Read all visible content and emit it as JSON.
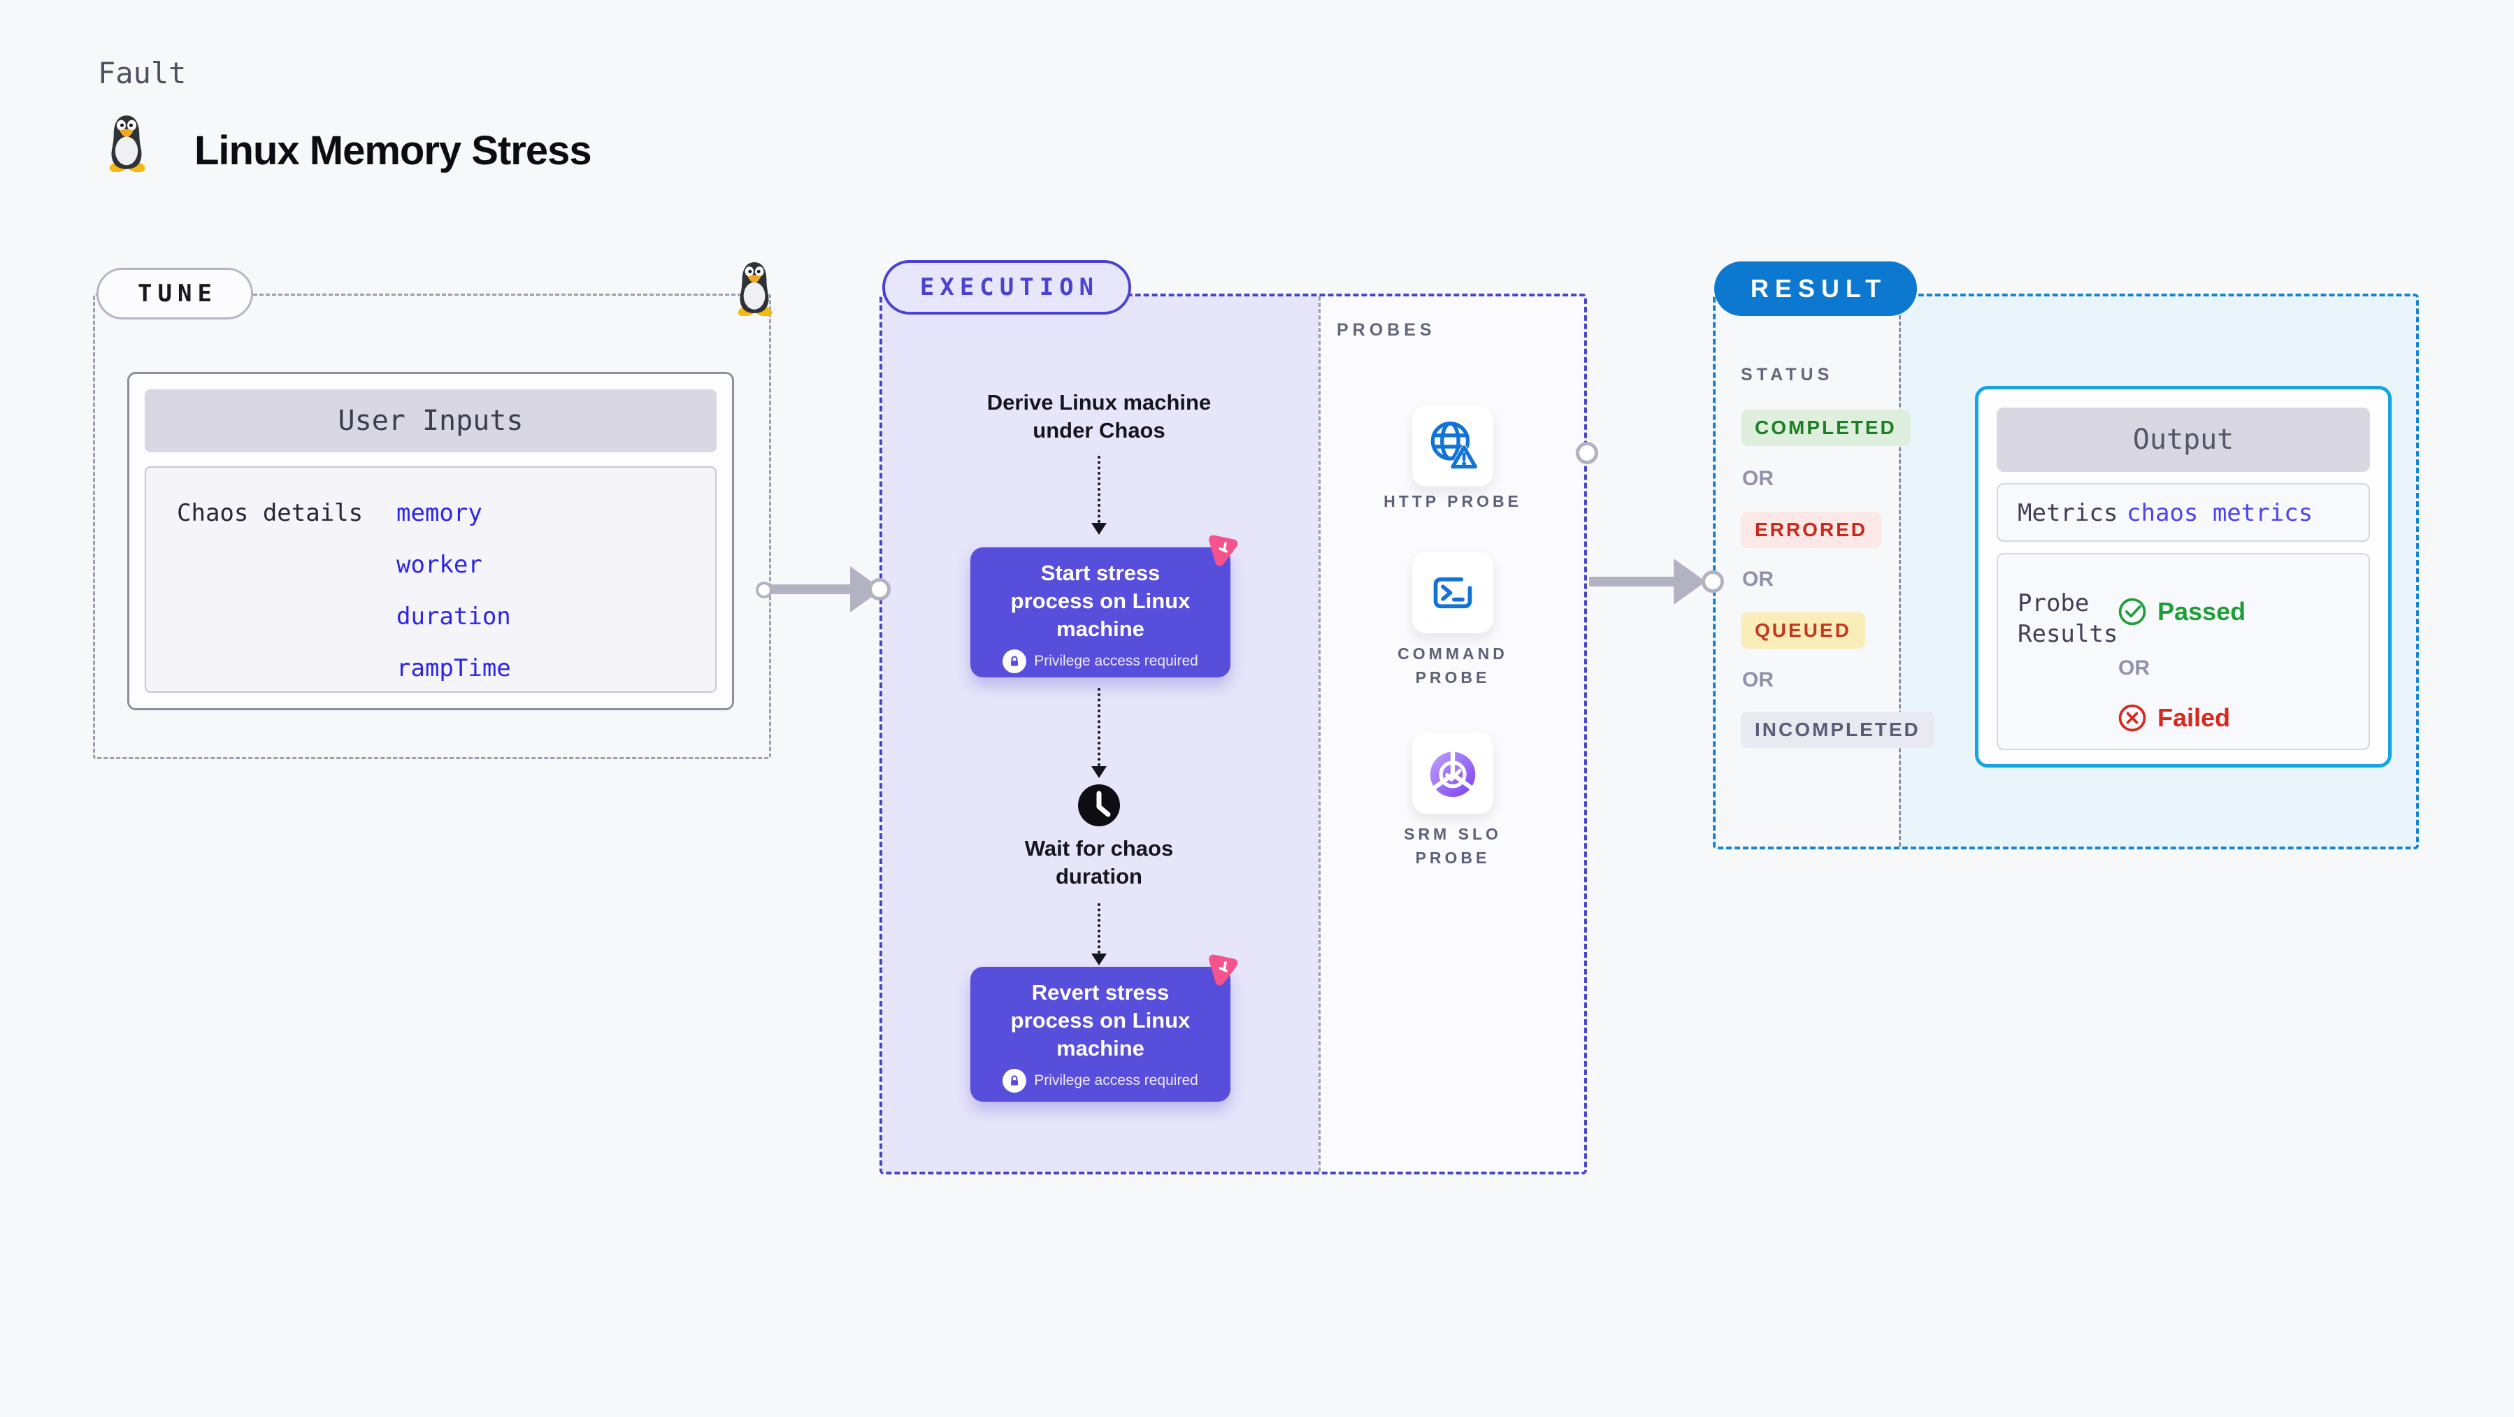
{
  "header": {
    "kicker": "Fault",
    "title": "Linux Memory Stress"
  },
  "tune": {
    "badge": "TUNE",
    "user_inputs_title": "User Inputs",
    "chaos_details_label": "Chaos details",
    "inputs": [
      "memory",
      "worker",
      "duration",
      "rampTime"
    ]
  },
  "execution": {
    "badge": "EXECUTION",
    "derive_text": "Derive Linux machine under Chaos",
    "start_node": "Start stress process on Linux machine",
    "wait_text": "Wait for chaos duration",
    "revert_node": "Revert stress process on Linux machine",
    "privilege_note": "Privilege access required"
  },
  "probes": {
    "label": "PROBES",
    "items": [
      {
        "label": "HTTP PROBE",
        "icon": "globe-warning-icon"
      },
      {
        "label": "COMMAND PROBE",
        "icon": "terminal-icon"
      },
      {
        "label": "SRM SLO PROBE",
        "icon": "slo-donut-check-icon"
      }
    ]
  },
  "result": {
    "badge": "RESULT",
    "status_label": "STATUS",
    "or_label": "OR",
    "statuses": [
      {
        "label": "COMPLETED",
        "type": "green"
      },
      {
        "label": "ERRORED",
        "type": "red"
      },
      {
        "label": "QUEUED",
        "type": "yellow"
      },
      {
        "label": "INCOMPLETED",
        "type": "gray"
      }
    ],
    "output": {
      "title": "Output",
      "metrics_label": "Metrics",
      "metrics_value": "chaos metrics",
      "probe_results_label": "Probe Results",
      "passed_label": "Passed",
      "failed_label": "Failed"
    }
  },
  "colors": {
    "page_bg": "#f7f8fa",
    "indigo_accent": "#4a43cf",
    "node_purple": "#584edc",
    "lavender_panel": "#e7e5f9",
    "result_blue": "#0d78cf",
    "output_border": "#16a5e0",
    "cyan_panel": "#e9f5fa",
    "link_blue": "#2d24ea",
    "chaos_pink": "#f4538c",
    "passed_green": "#1e9e37",
    "failed_red": "#d8271c",
    "arrow_gray": "#b2b2c2"
  }
}
